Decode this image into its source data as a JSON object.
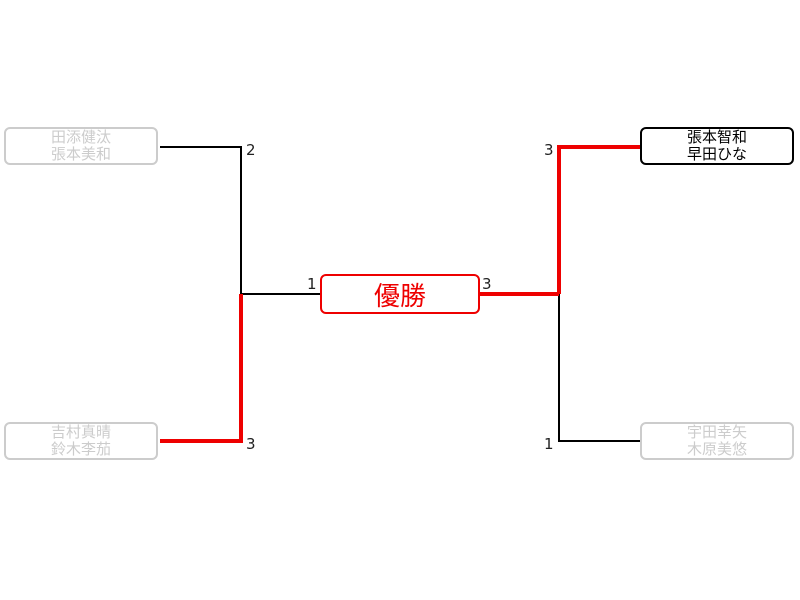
{
  "bracket": {
    "title": "優勝",
    "accent_color": "#ee0000",
    "left_semifinal": {
      "team_top": {
        "player1": "田添健汰",
        "player2": "張本美和",
        "score": "2",
        "winner": false
      },
      "team_bottom": {
        "player1": "吉村真晴",
        "player2": "鈴木李茄",
        "score": "3",
        "winner": true
      }
    },
    "right_semifinal": {
      "team_top": {
        "player1": "張本智和",
        "player2": "早田ひな",
        "score": "3",
        "winner": true
      },
      "team_bottom": {
        "player1": "宇田幸矢",
        "player2": "木原美悠",
        "score": "1",
        "winner": false
      }
    },
    "final": {
      "left_score": "1",
      "right_score": "3",
      "winner_side": "right"
    }
  }
}
